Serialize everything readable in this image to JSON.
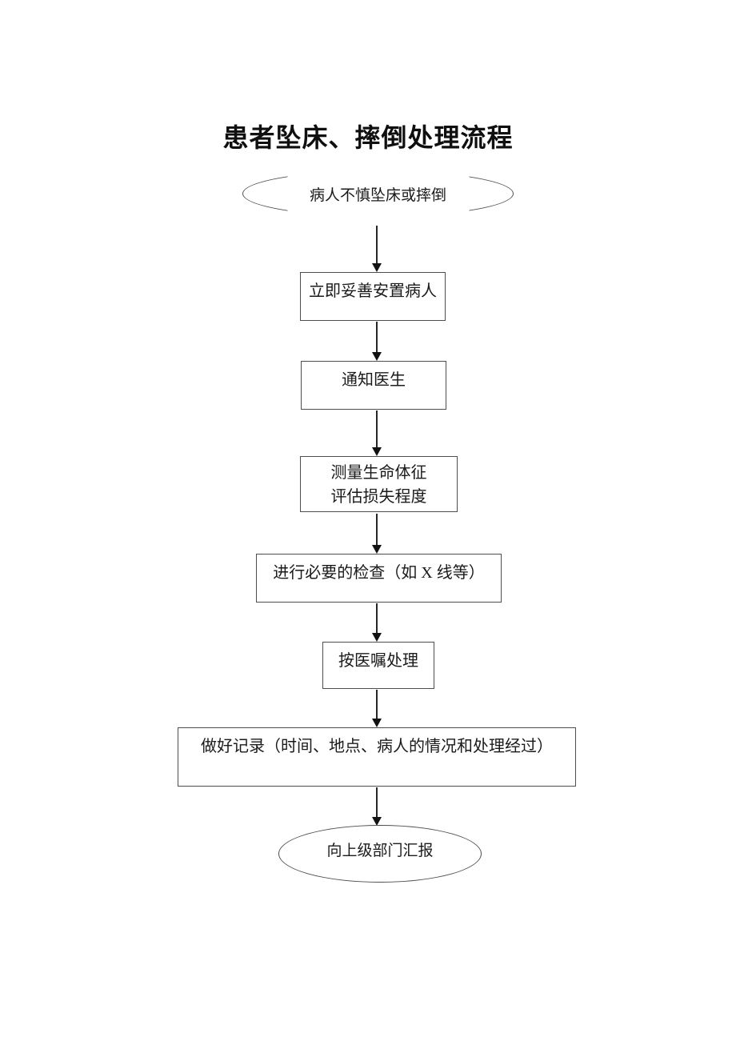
{
  "doc": {
    "title": "患者坠床、摔倒处理流程"
  },
  "flow": {
    "type": "flowchart",
    "direction": "top-down",
    "nodes": [
      {
        "id": "start",
        "shape": "ellipse",
        "label": "病人不慎坠床或摔倒"
      },
      {
        "id": "step1",
        "shape": "rect",
        "label": "立即妥善安置病人"
      },
      {
        "id": "step2",
        "shape": "rect",
        "label": "通知医生"
      },
      {
        "id": "step3",
        "shape": "rect",
        "label": "测量生命体征\n评估损失程度"
      },
      {
        "id": "step4",
        "shape": "rect",
        "label": "进行必要的检查（如 X 线等）"
      },
      {
        "id": "step5",
        "shape": "rect",
        "label": "按医嘱处理"
      },
      {
        "id": "step6",
        "shape": "rect",
        "label": "做好记录（时间、地点、病人的情况和处理经过）"
      },
      {
        "id": "end",
        "shape": "ellipse",
        "label": "向上级部门汇报"
      }
    ],
    "edges": [
      {
        "from": "start",
        "to": "step1"
      },
      {
        "from": "step1",
        "to": "step2"
      },
      {
        "from": "step2",
        "to": "step3"
      },
      {
        "from": "step3",
        "to": "step4"
      },
      {
        "from": "step4",
        "to": "step5"
      },
      {
        "from": "step5",
        "to": "step6"
      },
      {
        "from": "step6",
        "to": "end"
      }
    ]
  },
  "colors": {
    "background": "#ffffff",
    "node_stroke": "#4e4e4e",
    "arrow": "#1f1f1f",
    "text": "#1a1a1a"
  }
}
